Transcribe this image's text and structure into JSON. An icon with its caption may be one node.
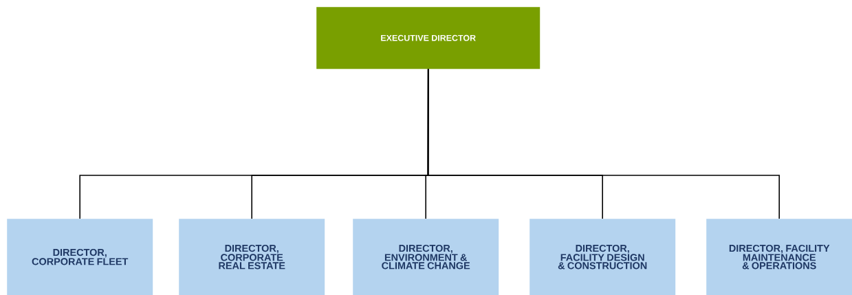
{
  "diagram": {
    "nodes": [
      {
        "text": [
          "EXECUTIVE DIRECTOR"
        ]
      },
      {
        "text": [
          "DIRECTOR, CORPORATE FLEET"
        ]
      },
      {
        "text": [
          "DIRECTOR, CORPORATE REAL ESTATE"
        ]
      },
      {
        "text": [
          "DIRECTOR, ENVIRONMENT & CLIMATE CHANGE"
        ]
      },
      {
        "text": [
          "DIRECTOR, FACILITY DESIGN & CONSTRUCTION"
        ]
      },
      {
        "text": [
          "DIRECTOR, FACILITY MAINTENANCE & OPERATIONS"
        ]
      }
    ],
    "edges": [
      {
        "from": 0,
        "to": 1,
        "arrow": "none"
      },
      {
        "from": 0,
        "to": 2,
        "arrow": "none"
      },
      {
        "from": 0,
        "to": 3,
        "arrow": "none"
      },
      {
        "from": 0,
        "to": 4,
        "arrow": "none"
      },
      {
        "from": 0,
        "to": 5,
        "arrow": "none"
      }
    ]
  }
}
